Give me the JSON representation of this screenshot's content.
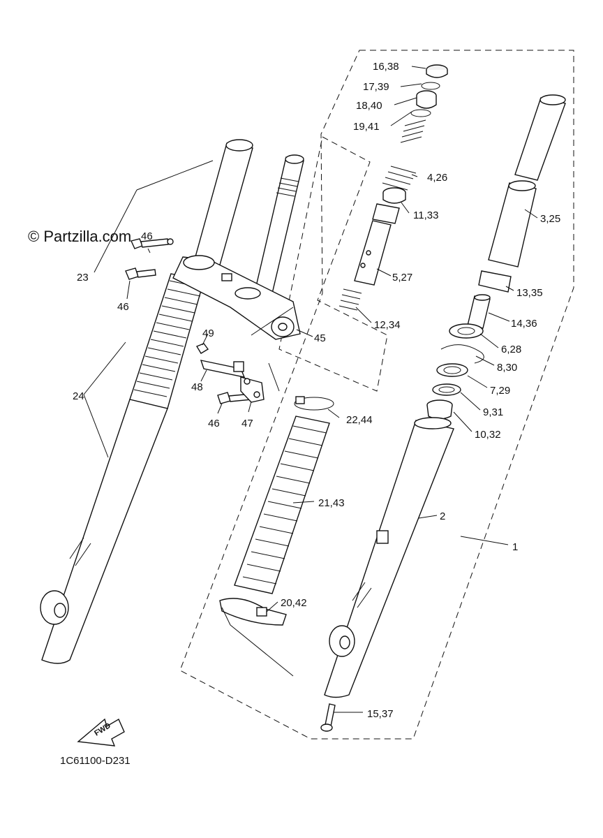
{
  "watermark": "© Partzilla.com",
  "diagram_code": "1C61100-D231",
  "fwd_label": "FWD",
  "callouts": {
    "c1": "1",
    "c2": "2",
    "c3_25": "3,25",
    "c4_26": "4,26",
    "c5_27": "5,27",
    "c6_28": "6,28",
    "c7_29": "7,29",
    "c8_30": "8,30",
    "c9_31": "9,31",
    "c10_32": "10,32",
    "c11_33": "11,33",
    "c12_34": "12,34",
    "c13_35": "13,35",
    "c14_36": "14,36",
    "c15_37": "15,37",
    "c16_38": "16,38",
    "c17_39": "17,39",
    "c18_40": "18,40",
    "c19_41": "19,41",
    "c20_42": "20,42",
    "c21_43": "21,43",
    "c22_44": "22,44",
    "c23": "23",
    "c24": "24",
    "c45": "45",
    "c46a": "46",
    "c46b": "46",
    "c46c": "46",
    "c47": "47",
    "c48": "48",
    "c49": "49"
  }
}
